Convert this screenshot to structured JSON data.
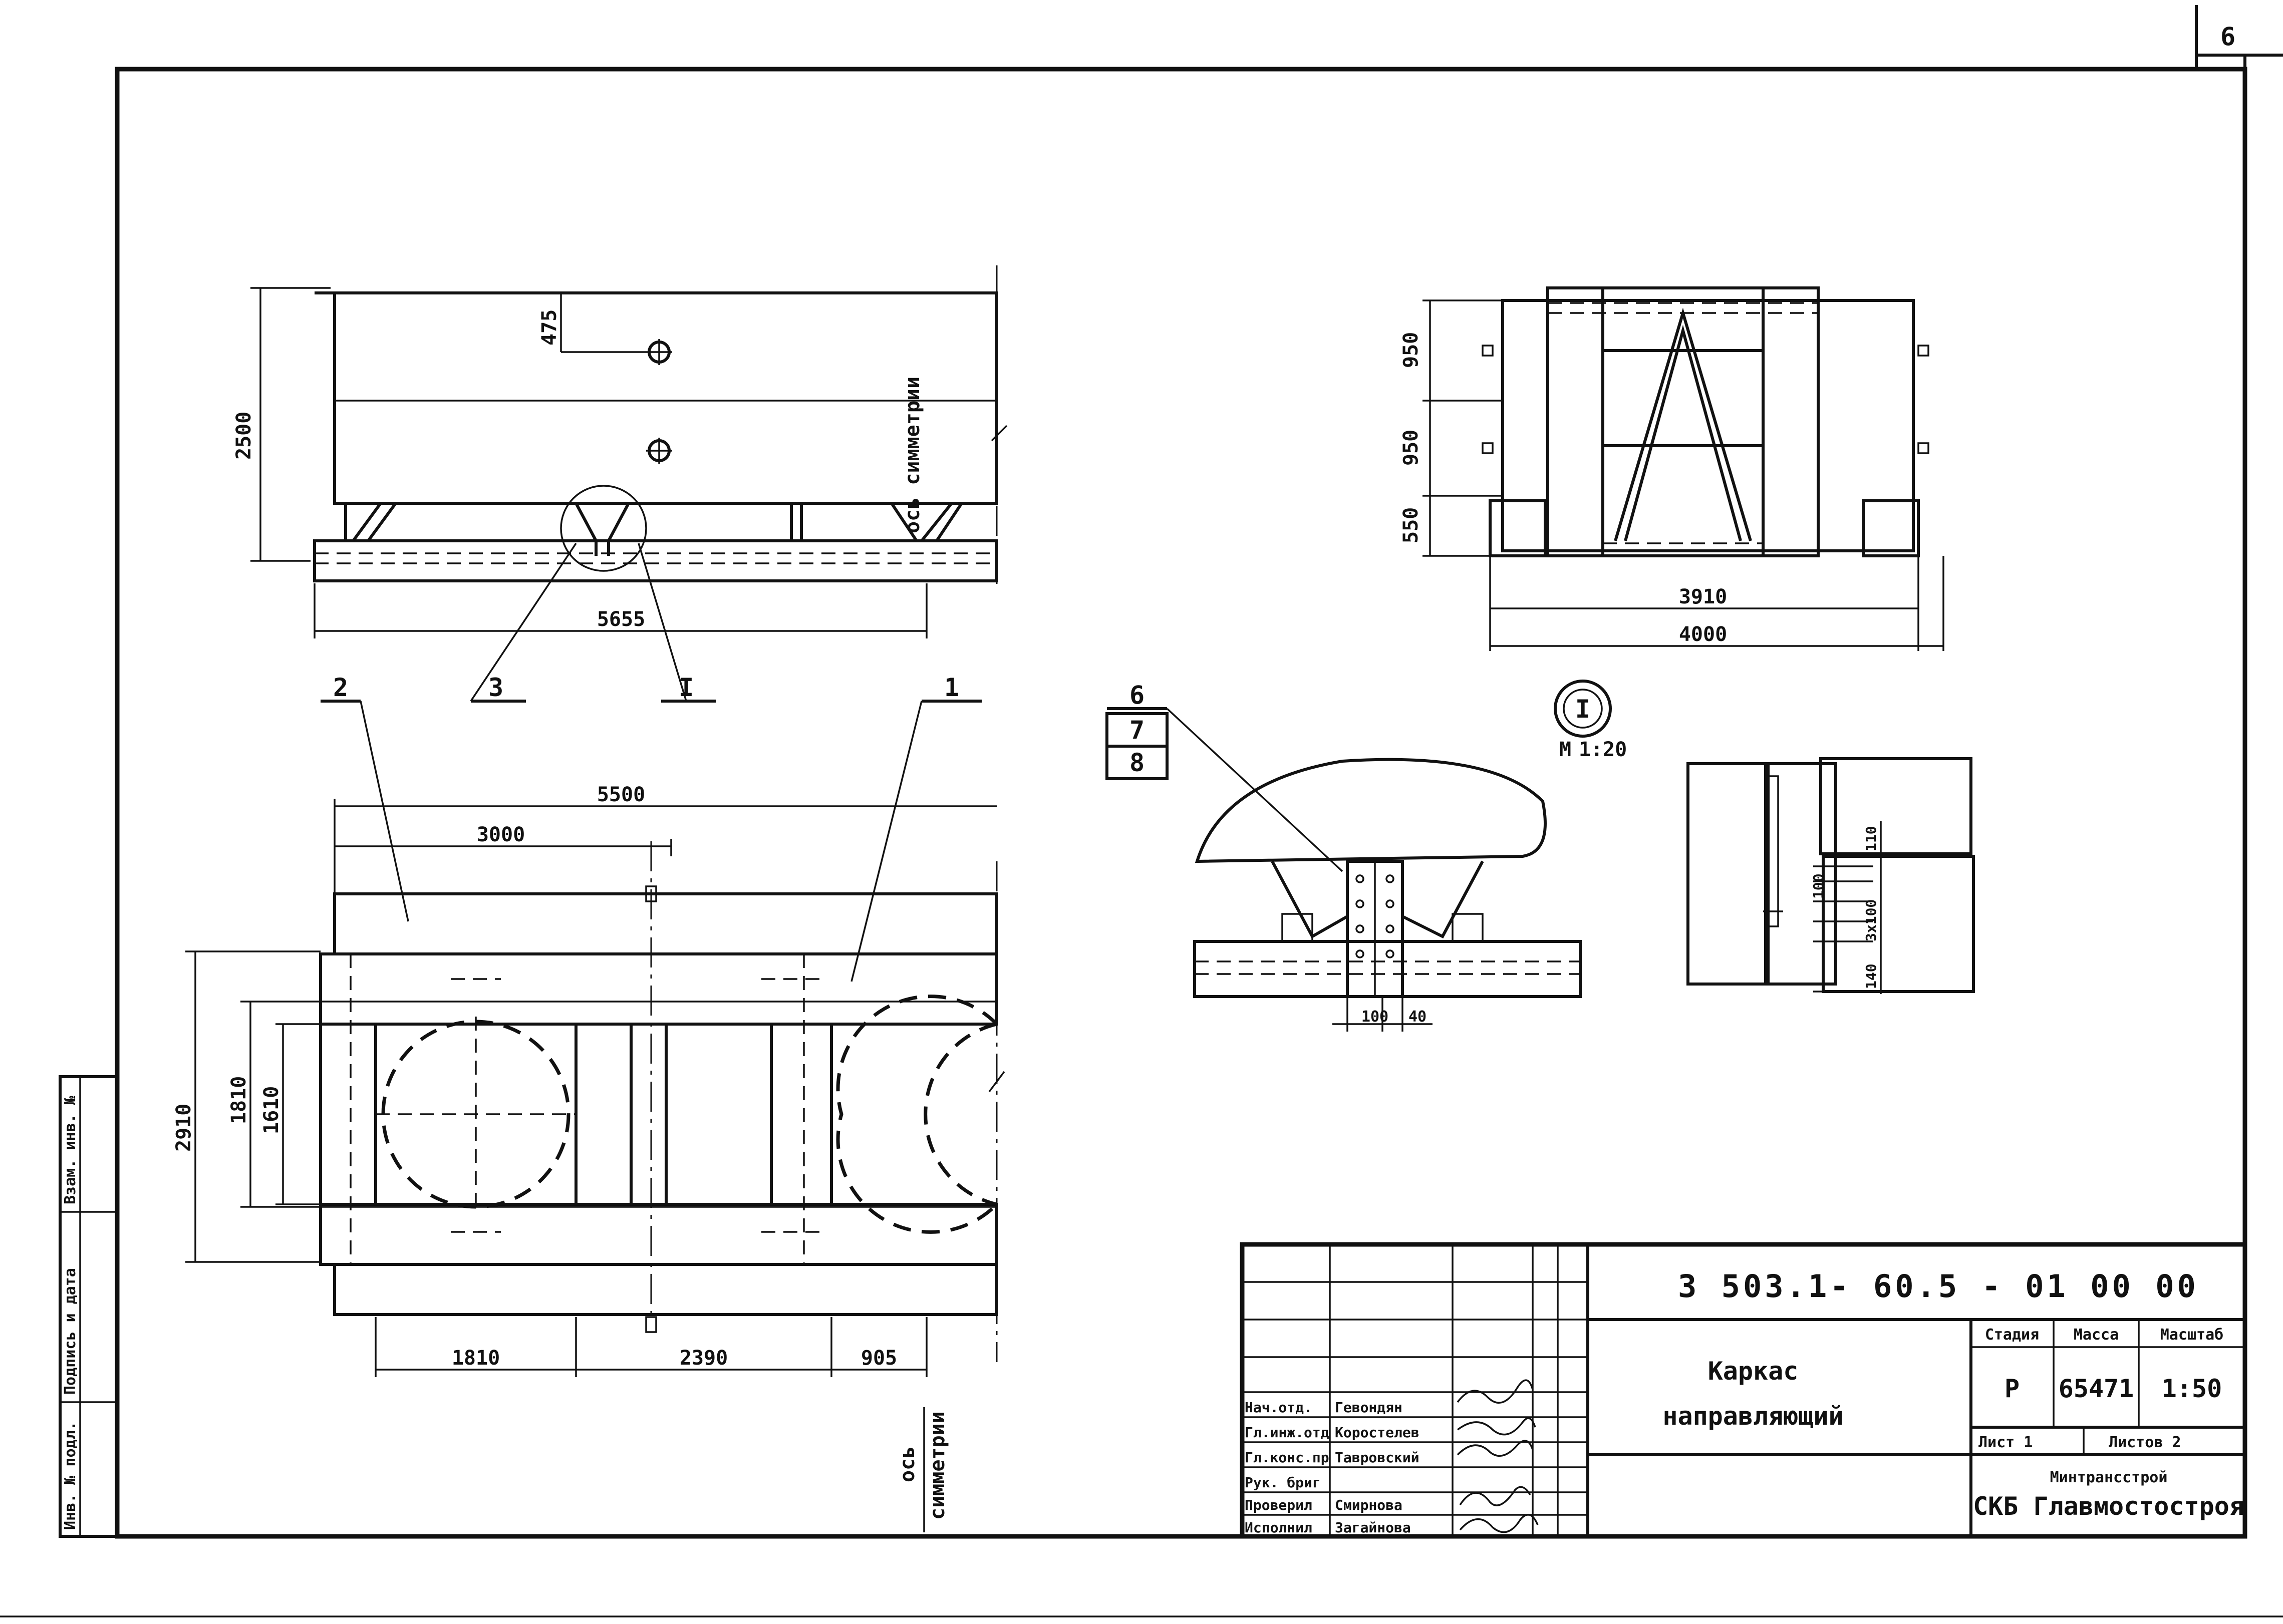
{
  "sheet": {
    "page_number": "6",
    "drawing_code": "3 503.1- 60.5 - 01 00 00",
    "title_line1": "Каркас",
    "title_line2": "направляющий"
  },
  "title_block": {
    "stage_header": "Стадия",
    "mass_header": "Масса",
    "scale_header": "Масштаб",
    "stage_value": "Р",
    "mass_value": "65471",
    "scale_value": "1:50",
    "sheet_label": "Лист 1",
    "sheets_label": "Листов 2",
    "org_line1": "Минтрансстрой",
    "org_line2": "СКБ Главмостостроя",
    "staff": [
      {
        "role": "Нач.отд.",
        "name": "Гевондян"
      },
      {
        "role": "Гл.инж.отд",
        "name": "Коростелев"
      },
      {
        "role": "Гл.конс.пр",
        "name": "Тавровский"
      },
      {
        "role": "Рук. бриг",
        "name": ""
      },
      {
        "role": "Проверил",
        "name": "Смирнова"
      },
      {
        "role": "Исполнил",
        "name": "Загайнова"
      }
    ]
  },
  "side_stamp": {
    "inv_orig": "Инв. № подл.",
    "sign_date": "Подпись и дата",
    "inv_repl": "Взам. инв. №"
  },
  "dims": {
    "front_height": "2500",
    "front_offset": "475",
    "front_length": "5655",
    "symmetry_axis": "ось симметрии",
    "symmetry_axis_word1": "ось",
    "symmetry_axis_word2": "симметрии",
    "plan_length": "5500",
    "plan_partial": "3000",
    "plan_width_outer": "2910",
    "plan_width_mid": "1810",
    "plan_width_inner": "1610",
    "plan_bottom_1": "1810",
    "plan_bottom_2": "2390",
    "plan_bottom_3": "905",
    "side_h1": "950",
    "side_h2": "950",
    "side_h3": "550",
    "side_w1": "3910",
    "side_w2": "4000",
    "detail_scale": "М 1:20",
    "detail_scale_m": "М",
    "detail_scale_val": "1:20",
    "detail_roman": "I",
    "det_100": "100",
    "det_40": "40",
    "det_110": "110",
    "det_100b": "100",
    "det_3x100": "3х100",
    "det_140": "140"
  },
  "positions": {
    "p1": "1",
    "p2": "2",
    "p3": "3",
    "pI": "I",
    "p6": "6",
    "p7": "7",
    "p8": "8"
  }
}
